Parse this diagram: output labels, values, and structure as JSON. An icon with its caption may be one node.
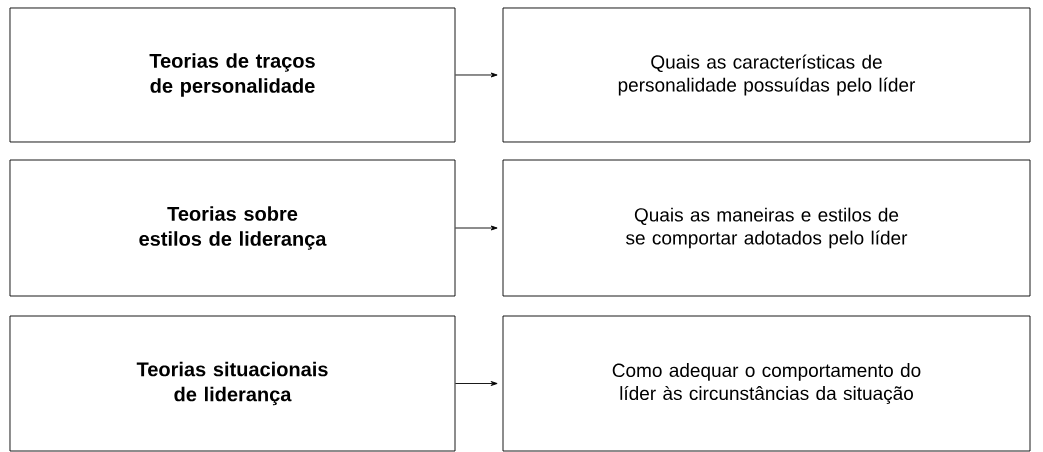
{
  "diagram": {
    "nodes": [
      {
        "text": [
          "Teorias de traços de personalidade"
        ]
      },
      {
        "text": [
          "Quais as características de personalidade possuídas pelo líder"
        ]
      },
      {
        "text": [
          "Teorias sobre estilos de liderança"
        ]
      },
      {
        "text": [
          "Quais as maneiras e estilos de se comportar adotados pelo líder"
        ]
      },
      {
        "text": [
          "Teorias situacionais de liderança"
        ]
      },
      {
        "text": [
          "Como adequar o comportamento do líder às circunstâncias da situação"
        ]
      }
    ],
    "edges": [
      {
        "from": 0,
        "to": 1,
        "arrow": "to"
      },
      {
        "from": 2,
        "to": 3,
        "arrow": "to"
      },
      {
        "from": 4,
        "to": 5,
        "arrow": "to"
      }
    ]
  }
}
